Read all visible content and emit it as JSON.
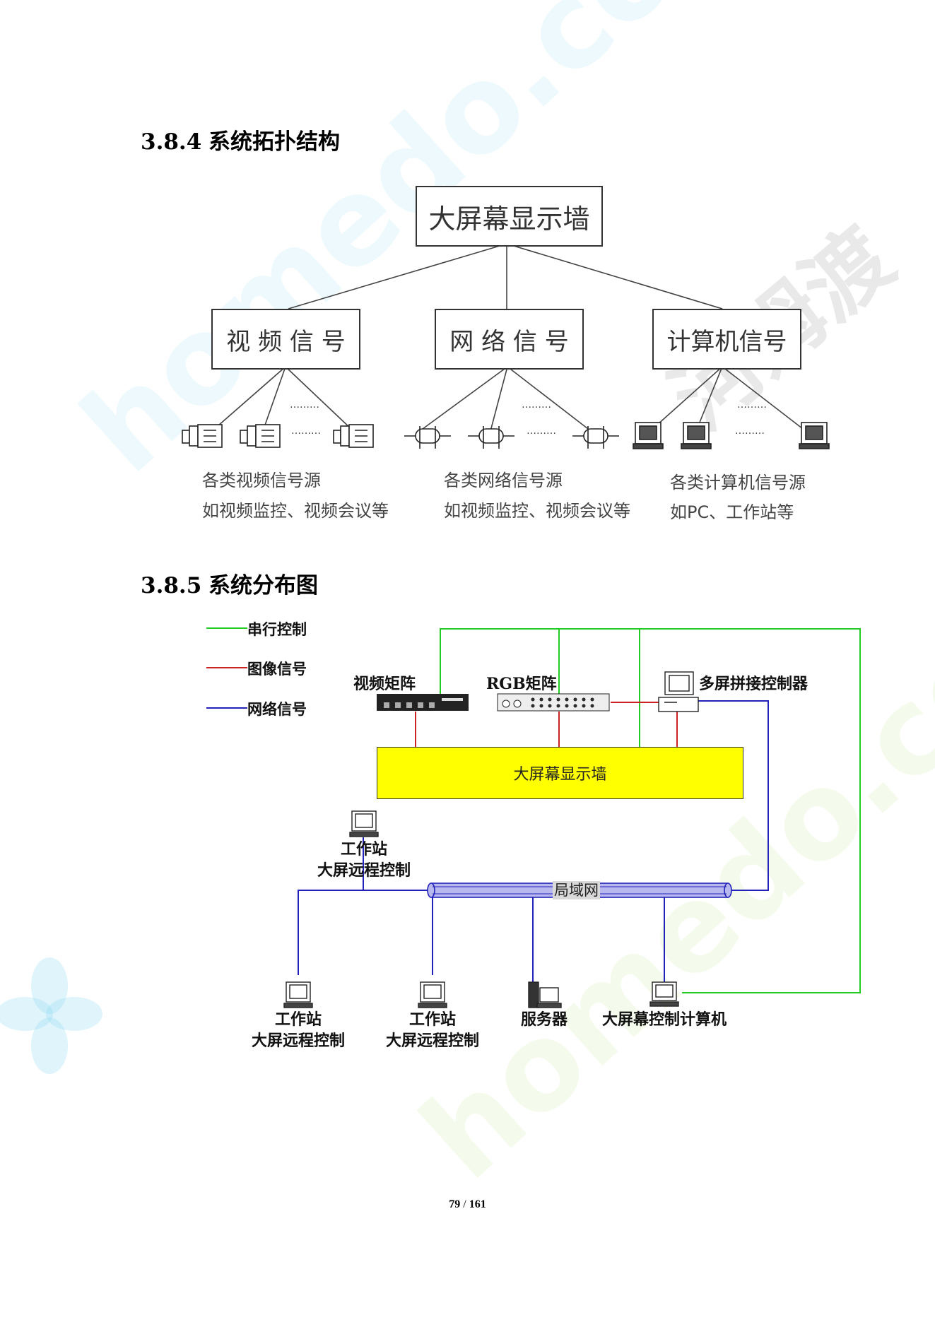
{
  "section_384": {
    "number": "3.8.4",
    "title": "系统拓扑结构"
  },
  "topology": {
    "root": "大屏幕显示墙",
    "branches": [
      {
        "label": "视 频 信 号",
        "caption1": "各类视频信号源",
        "caption2": "如视频监控、视频会议等",
        "dots": "………"
      },
      {
        "label": "网 络 信 号",
        "caption1": "各类网络信号源",
        "caption2": "如视频监控、视频会议等",
        "dots": "………"
      },
      {
        "label": "计算机信号",
        "caption1": "各类计算机信号源",
        "caption2": "如PC、工作站等",
        "dots": "………"
      }
    ]
  },
  "section_385": {
    "number": "3.8.5",
    "title": "系统分布图"
  },
  "distribution": {
    "legend": [
      {
        "label": "串行控制",
        "color": "#22cc22"
      },
      {
        "label": "图像信号",
        "color": "#cc2222"
      },
      {
        "label": "网络信号",
        "color": "#2222bb"
      }
    ],
    "video_matrix": "视频矩阵",
    "rgb_matrix": "RGB矩阵",
    "controller": "多屏拼接控制器",
    "display_wall": "大屏幕显示墙",
    "lan": "局域网",
    "workstation_top": {
      "line1": "工作站",
      "line2": "大屏远程控制"
    },
    "workstation_left": {
      "line1": "工作站",
      "line2": "大屏远程控制"
    },
    "workstation_mid": {
      "line1": "工作站",
      "line2": "大屏远程控制"
    },
    "server": "服务器",
    "control_pc": "大屏幕控制计算机"
  },
  "footer": {
    "page": "79",
    "separator": "/",
    "total": "161"
  },
  "watermark": {
    "brand": "homedo.com",
    "cn": "河姆渡"
  }
}
